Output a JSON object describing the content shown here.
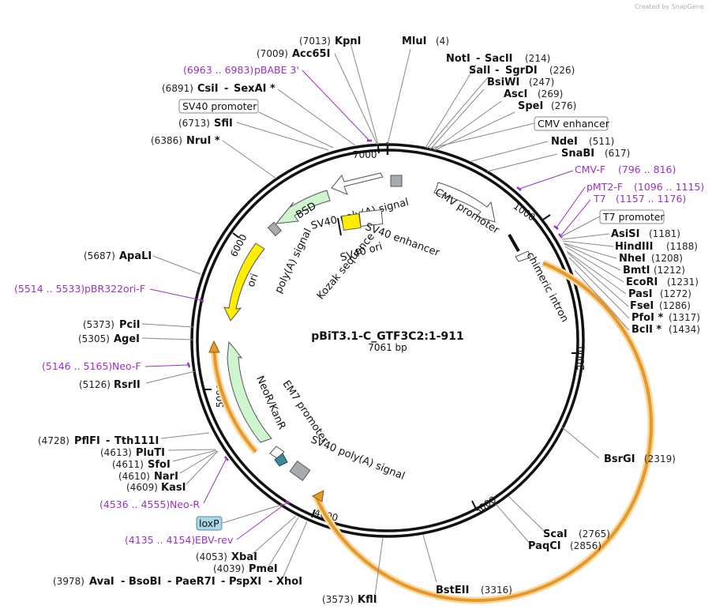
{
  "credit": "Created by  SnapGene",
  "plasmid": {
    "name": "pBiT3.1-C_GTF3C2:1-911",
    "length_label": "7061 bp",
    "length": 7061
  },
  "ticks": [
    {
      "label": "1000",
      "bp": 1000
    },
    {
      "label": "2000",
      "bp": 2000
    },
    {
      "label": "3000",
      "bp": 3000
    },
    {
      "label": "4000",
      "bp": 4000
    },
    {
      "label": "5000",
      "bp": 5000
    },
    {
      "label": "6000",
      "bp": 6000
    },
    {
      "label": "7000",
      "bp": 7000
    }
  ],
  "enzymes": [
    {
      "names": [
        "MluI"
      ],
      "pos": "(4)",
      "bp": 4
    },
    {
      "names": [
        "NotI",
        "SacII"
      ],
      "pos": "(214)",
      "bp": 214
    },
    {
      "names": [
        "SalI",
        "SgrDI"
      ],
      "pos": "(226)",
      "bp": 226
    },
    {
      "names": [
        "BsiWI"
      ],
      "pos": "(247)",
      "bp": 247
    },
    {
      "names": [
        "AscI"
      ],
      "pos": "(269)",
      "bp": 269
    },
    {
      "names": [
        "SpeI"
      ],
      "pos": "(276)",
      "bp": 276
    },
    {
      "names": [
        "NdeI"
      ],
      "pos": "(511)",
      "bp": 511
    },
    {
      "names": [
        "SnaBI"
      ],
      "pos": "(617)",
      "bp": 617
    },
    {
      "names": [
        "AsiSI"
      ],
      "pos": "(1181)",
      "bp": 1181
    },
    {
      "names": [
        "HindIII"
      ],
      "pos": "(1188)",
      "bp": 1188
    },
    {
      "names": [
        "NheI"
      ],
      "pos": "(1208)",
      "bp": 1208
    },
    {
      "names": [
        "BmtI"
      ],
      "pos": "(1212)",
      "bp": 1212
    },
    {
      "names": [
        "EcoRI"
      ],
      "pos": "(1231)",
      "bp": 1231
    },
    {
      "names": [
        "PasI"
      ],
      "pos": "(1272)",
      "bp": 1272
    },
    {
      "names": [
        "FseI"
      ],
      "pos": "(1286)",
      "bp": 1286
    },
    {
      "names": [
        "PfoI *"
      ],
      "pos": "(1317)",
      "bp": 1317
    },
    {
      "names": [
        "BclI *"
      ],
      "pos": "(1434)",
      "bp": 1434
    },
    {
      "names": [
        "BsrGI"
      ],
      "pos": "(2319)",
      "bp": 2319
    },
    {
      "names": [
        "ScaI"
      ],
      "pos": "(2765)",
      "bp": 2765
    },
    {
      "names": [
        "PaqCI"
      ],
      "pos": "(2856)",
      "bp": 2856
    },
    {
      "names": [
        "BstEII"
      ],
      "pos": "(3316)",
      "bp": 3316
    },
    {
      "names": [
        "KflI"
      ],
      "pos": "(3573)",
      "bp": 3573
    },
    {
      "names": [
        "AvaI",
        "BsoBI",
        "PaeR7I",
        "PspXI",
        "XhoI"
      ],
      "pos": "(3978)",
      "bp": 3978
    },
    {
      "names": [
        "PmeI"
      ],
      "pos": "(4039)",
      "bp": 4039
    },
    {
      "names": [
        "XbaI"
      ],
      "pos": "(4053)",
      "bp": 4053
    },
    {
      "names": [
        "KasI"
      ],
      "pos": "(4609)",
      "bp": 4609
    },
    {
      "names": [
        "NarI"
      ],
      "pos": "(4610)",
      "bp": 4610
    },
    {
      "names": [
        "SfoI"
      ],
      "pos": "(4611)",
      "bp": 4611
    },
    {
      "names": [
        "PluTI"
      ],
      "pos": "(4613)",
      "bp": 4613
    },
    {
      "names": [
        "PflFI",
        "Tth111I"
      ],
      "pos": "(4728)",
      "bp": 4728
    },
    {
      "names": [
        "RsrII"
      ],
      "pos": "(5126)",
      "bp": 5126
    },
    {
      "names": [
        "AgeI"
      ],
      "pos": "(5305)",
      "bp": 5305
    },
    {
      "names": [
        "PciI"
      ],
      "pos": "(5373)",
      "bp": 5373
    },
    {
      "names": [
        "ApaLI"
      ],
      "pos": "(5687)",
      "bp": 5687
    },
    {
      "names": [
        "NruI *"
      ],
      "pos": "(6386)",
      "bp": 6386
    },
    {
      "names": [
        "SfiI"
      ],
      "pos": "(6713)",
      "bp": 6713
    },
    {
      "names": [
        "CsiI",
        "SexAI *"
      ],
      "pos": "(6891)",
      "bp": 6891
    },
    {
      "names": [
        "Acc65I"
      ],
      "pos": "(7009)",
      "bp": 7009
    },
    {
      "names": [
        "KpnI"
      ],
      "pos": "(7013)",
      "bp": 7013
    }
  ],
  "primers": [
    {
      "name": "CMV-F",
      "range": "(796 .. 816)",
      "bp": 806
    },
    {
      "name": "pMT2-F",
      "range": "(1096 .. 1115)",
      "bp": 1105
    },
    {
      "name": "T7",
      "range": "(1157 .. 1176)",
      "bp": 1166
    },
    {
      "name": "pBR322ori-F",
      "range": "(5514 .. 5533)",
      "bp": 5523
    },
    {
      "name": "Neo-F",
      "range": "(5146 .. 5165)",
      "bp": 5155
    },
    {
      "name": "Neo-R",
      "range": "(4536 .. 4555)",
      "bp": 4545
    },
    {
      "name": "EBV-rev",
      "range": "(4135 .. 4154)",
      "bp": 4144
    },
    {
      "name": "pBABE 3'",
      "range": "(6963 .. 6983)",
      "bp": 6973
    }
  ],
  "boxed_features": [
    {
      "label": "SV40 promoter"
    },
    {
      "label": "CMV enhancer"
    },
    {
      "label": "T7 promoter"
    },
    {
      "label": "loxP"
    }
  ],
  "features": [
    {
      "label": "CMV promoter"
    },
    {
      "label": "chimeric intron"
    },
    {
      "label": "SV40 poly(A) signal"
    },
    {
      "label": "SV40 enhancer"
    },
    {
      "label": "SV40 ori"
    },
    {
      "label": "Kozak sequence"
    },
    {
      "label": "BSD"
    },
    {
      "label": "poly(A) signal"
    },
    {
      "label": "ori"
    },
    {
      "label": "NeoR/KanR"
    },
    {
      "label": "EM7 promoter"
    },
    {
      "label": "SV40 poly(A) signal"
    }
  ],
  "colors": {
    "backbone": "#111111",
    "primer": "#9b30c9",
    "insert_orange": "#f0a830",
    "insert_dark": "#8a5a10",
    "ori_yellow": "#ffee00",
    "resistance_green": "#cff5cf",
    "loxP_fill": "#a8d8e8",
    "gray_feature": "#a7aaaf"
  }
}
